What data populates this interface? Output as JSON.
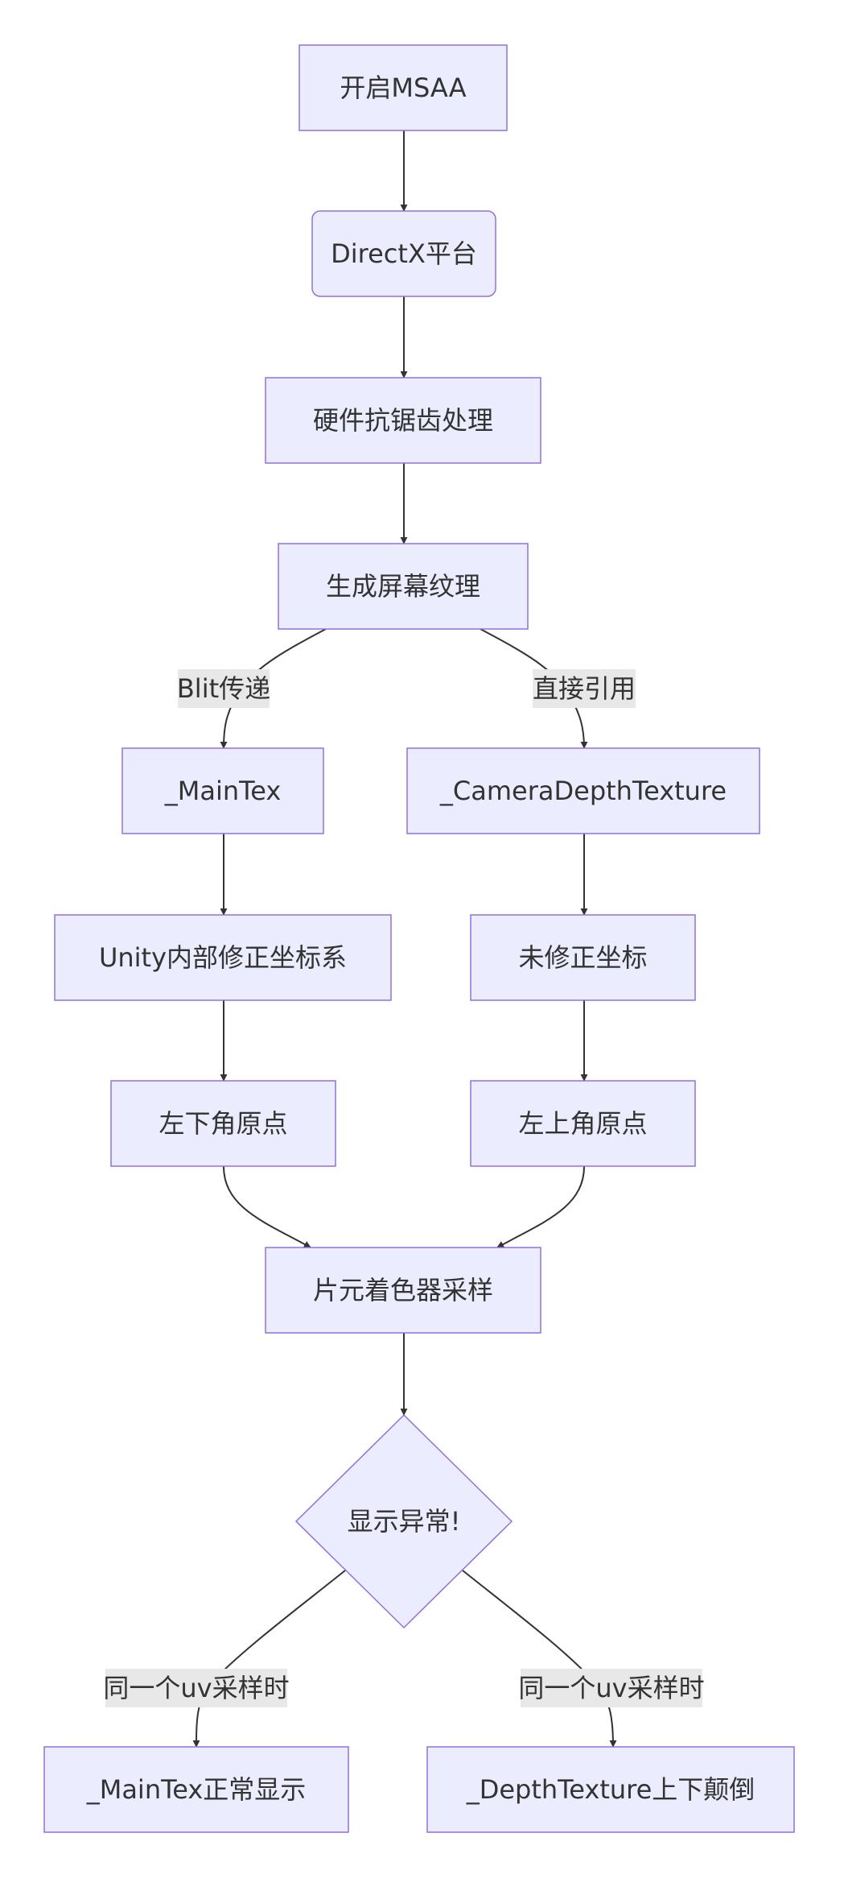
{
  "nodes": [
    {
      "id": "msaa",
      "label": "开启MSAA",
      "shape": "rect"
    },
    {
      "id": "directx",
      "label": "DirectX平台",
      "shape": "round"
    },
    {
      "id": "hw_aa",
      "label": "硬件抗锯齿处理",
      "shape": "rect"
    },
    {
      "id": "screen_tex",
      "label": "生成屏幕纹理",
      "shape": "rect"
    },
    {
      "id": "maintex",
      "label": "_MainTex",
      "shape": "rect"
    },
    {
      "id": "camdepth",
      "label": "_CameraDepthTexture",
      "shape": "rect"
    },
    {
      "id": "unity_fix",
      "label": "Unity内部修正坐标系",
      "shape": "rect"
    },
    {
      "id": "no_fix",
      "label": "未修正坐标",
      "shape": "rect"
    },
    {
      "id": "bottom_left",
      "label": "左下角原点",
      "shape": "rect"
    },
    {
      "id": "top_left",
      "label": "左上角原点",
      "shape": "rect"
    },
    {
      "id": "frag_sample",
      "label": "片元着色器采样",
      "shape": "rect"
    },
    {
      "id": "display_error",
      "label": "显示异常!",
      "shape": "diamond"
    },
    {
      "id": "maintex_ok",
      "label": "_MainTex正常显示",
      "shape": "rect"
    },
    {
      "id": "depth_flip",
      "label": "_DepthTexture上下颠倒",
      "shape": "rect"
    }
  ],
  "edges": [
    {
      "id": "e1",
      "from": "msaa",
      "to": "directx",
      "label": ""
    },
    {
      "id": "e2",
      "from": "directx",
      "to": "hw_aa",
      "label": ""
    },
    {
      "id": "e3",
      "from": "hw_aa",
      "to": "screen_tex",
      "label": ""
    },
    {
      "id": "e4",
      "from": "screen_tex",
      "to": "maintex",
      "label": "Blit传递"
    },
    {
      "id": "e5",
      "from": "screen_tex",
      "to": "camdepth",
      "label": "直接引用"
    },
    {
      "id": "e6",
      "from": "maintex",
      "to": "unity_fix",
      "label": ""
    },
    {
      "id": "e7",
      "from": "camdepth",
      "to": "no_fix",
      "label": ""
    },
    {
      "id": "e8",
      "from": "unity_fix",
      "to": "bottom_left",
      "label": ""
    },
    {
      "id": "e9",
      "from": "no_fix",
      "to": "top_left",
      "label": ""
    },
    {
      "id": "e10",
      "from": "bottom_left",
      "to": "frag_sample",
      "label": ""
    },
    {
      "id": "e11",
      "from": "top_left",
      "to": "frag_sample",
      "label": ""
    },
    {
      "id": "e12",
      "from": "frag_sample",
      "to": "display_error",
      "label": ""
    },
    {
      "id": "e13",
      "from": "display_error",
      "to": "maintex_ok",
      "label": "同一个uv采样时"
    },
    {
      "id": "e14",
      "from": "display_error",
      "to": "depth_flip",
      "label": "同一个uv采样时"
    }
  ],
  "colors": {
    "node_fill": "#ECECFF",
    "node_stroke": "#9370DB",
    "edge": "#333333",
    "label_bg": "#e8e8e8",
    "text": "#333333"
  }
}
